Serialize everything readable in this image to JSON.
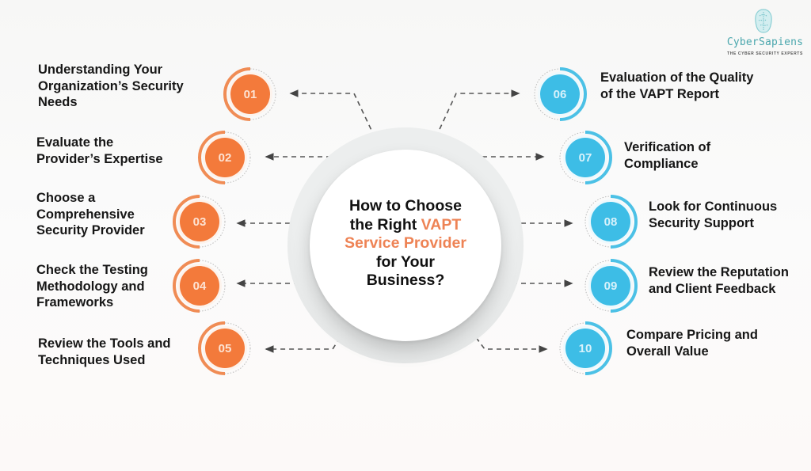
{
  "logo": {
    "name": "CyberSapiens",
    "tagline": "THE CYBER SECURITY EXPERTS",
    "icon": "brain-icon",
    "color": "#4aa7ad"
  },
  "center": {
    "line1": "How to Choose",
    "line2_pre": "the Right ",
    "line2_accent": "VAPT",
    "line3_accent": "Service Provider",
    "line4": "for Your",
    "line5": "Business?"
  },
  "colors": {
    "left_steps": "#f37a3b",
    "right_steps": "#3dbde6",
    "accent_text": "#ee8355",
    "connector": "#555555"
  },
  "steps": [
    {
      "number": "01",
      "side": "left",
      "lines": [
        "Understanding Your",
        "Organization’s Security",
        "Needs"
      ]
    },
    {
      "number": "02",
      "side": "left",
      "lines": [
        "Evaluate the",
        "Provider’s Expertise"
      ]
    },
    {
      "number": "03",
      "side": "left",
      "lines": [
        "Choose a",
        "Comprehensive",
        "Security Provider"
      ]
    },
    {
      "number": "04",
      "side": "left",
      "lines": [
        "Check the Testing",
        "Methodology and",
        "Frameworks"
      ]
    },
    {
      "number": "05",
      "side": "left",
      "lines": [
        "Review the Tools and",
        "Techniques Used"
      ]
    },
    {
      "number": "06",
      "side": "right",
      "lines": [
        "Evaluation of the Quality",
        "of the VAPT Report"
      ]
    },
    {
      "number": "07",
      "side": "right",
      "lines": [
        "Verification of",
        "Compliance"
      ]
    },
    {
      "number": "08",
      "side": "right",
      "lines": [
        "Look for Continuous",
        "Security Support"
      ]
    },
    {
      "number": "09",
      "side": "right",
      "lines": [
        "Review the Reputation",
        "and Client Feedback"
      ]
    },
    {
      "number": "10",
      "side": "right",
      "lines": [
        "Compare Pricing and",
        "Overall Value"
      ]
    }
  ]
}
